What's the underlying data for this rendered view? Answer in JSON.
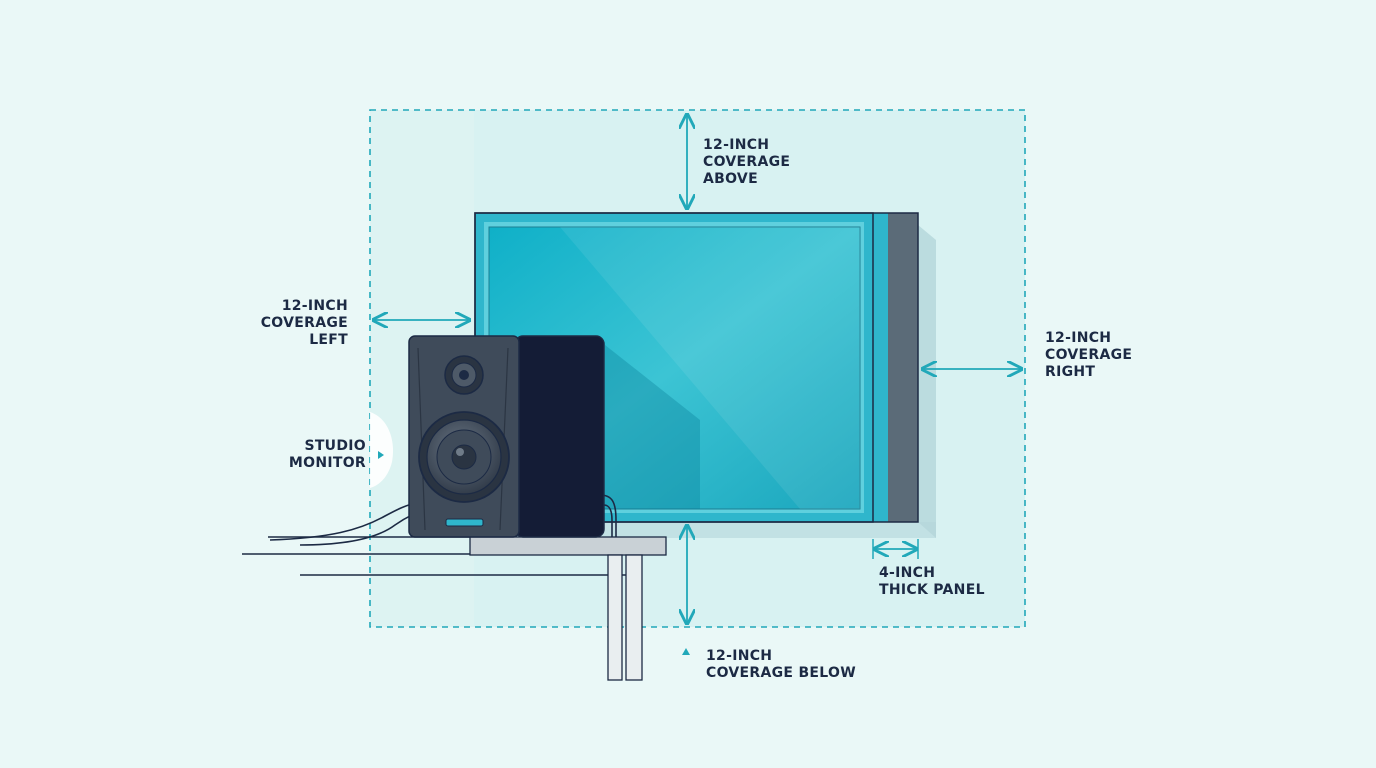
{
  "colors": {
    "background": "#eaf8f7",
    "zone_fill": "#c9ecee",
    "accent": "#21a8b9",
    "panel_face": "#14b4cc",
    "panel_frame": "#2fb6cc",
    "panel_edge": "#5b6b78",
    "speaker_front": "#3f4b5a",
    "speaker_side": "#141c36",
    "desk": "#c9d1d6",
    "text": "#1c2a44"
  },
  "labels": {
    "above": "12-INCH\nCOVERAGE\nABOVE",
    "left": "12-INCH\nCOVERAGE\nLEFT",
    "right": "12-INCH\nCOVERAGE\nRIGHT",
    "below": "12-INCH\nCOVERAGE BELOW",
    "thickness": "4-INCH\nTHICK PANEL",
    "speaker": "STUDIO\nMONITOR"
  },
  "icons": {
    "dimension_arrow": "double-headed-arrow",
    "pointer": "triangle-pointer"
  }
}
